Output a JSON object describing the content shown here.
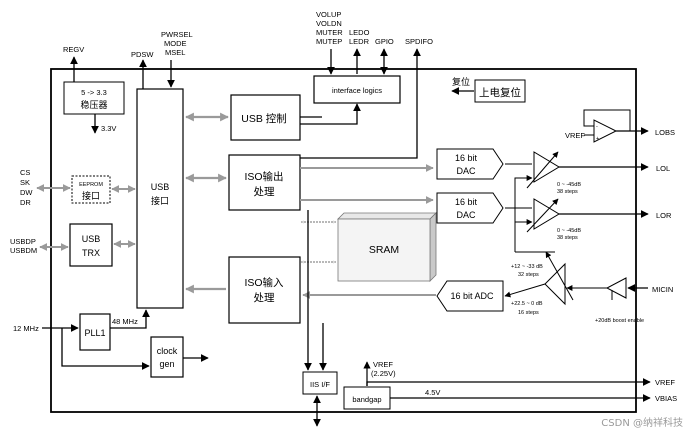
{
  "blocks": {
    "regulator": [
      "5 -> 3.3",
      "稳压器"
    ],
    "usb_iface": [
      "USB",
      "接口"
    ],
    "eeprom": [
      "EEPROM",
      "接口"
    ],
    "usb_trx": [
      "USB",
      "TRX"
    ],
    "pll": "PLL1",
    "clock_gen": [
      "clock",
      "gen"
    ],
    "usb_ctrl": "USB 控制",
    "iface_logic": "interface logics",
    "reset": "上电复位",
    "iso_out": [
      "ISO输出",
      "处理"
    ],
    "iso_in": [
      "ISO输入",
      "处理"
    ],
    "sram": "SRAM",
    "dac_l": [
      "16 bit",
      "DAC"
    ],
    "dac_r": [
      "16 bit",
      "DAC"
    ],
    "adc": "16 bit ADC",
    "iis": "IIS I/F",
    "bandgap": "bandgap"
  },
  "pins": {
    "regv": "REGV",
    "pdsw": "PDSW",
    "pwrsel": [
      "PWRSEL",
      "MODE",
      "MSEL"
    ],
    "vol": [
      "VOLUP",
      "VOLDN",
      "MUTER",
      "MUTEP"
    ],
    "led": [
      "LEDO",
      "LEDR"
    ],
    "gpio": "GPIO",
    "spdifo": "SPDIFO",
    "reset_label": "复位",
    "v33": "3.3V",
    "eeprom_pins": [
      "CS",
      "SK",
      "DW",
      "DR"
    ],
    "usb_pins": [
      "USBDP",
      "USBDM"
    ],
    "xtal": "12 MHz",
    "mhz48": "48 MHz",
    "lobs": "LOBS",
    "lol": "LOL",
    "lor": "LOR",
    "micin": "MICIN",
    "vref_out": "VREF",
    "vbias": "VBIAS",
    "vref_amp": "VREF",
    "vref_bg": [
      "VREF",
      "(2.25V)"
    ],
    "v45": "4.5V"
  },
  "gains": {
    "out_l": [
      "0 ~ -45dB",
      "38 steps"
    ],
    "out_r": [
      "0 ~ -45dB",
      "38 steps"
    ],
    "pga_high": [
      "+12 ~ -33 dB",
      "32 steps"
    ],
    "pga_low": [
      "+22.5 ~ 0 dB",
      "16 steps"
    ],
    "boost": "+20dB boost enable"
  },
  "watermark": "CSDN @纳祥科技"
}
